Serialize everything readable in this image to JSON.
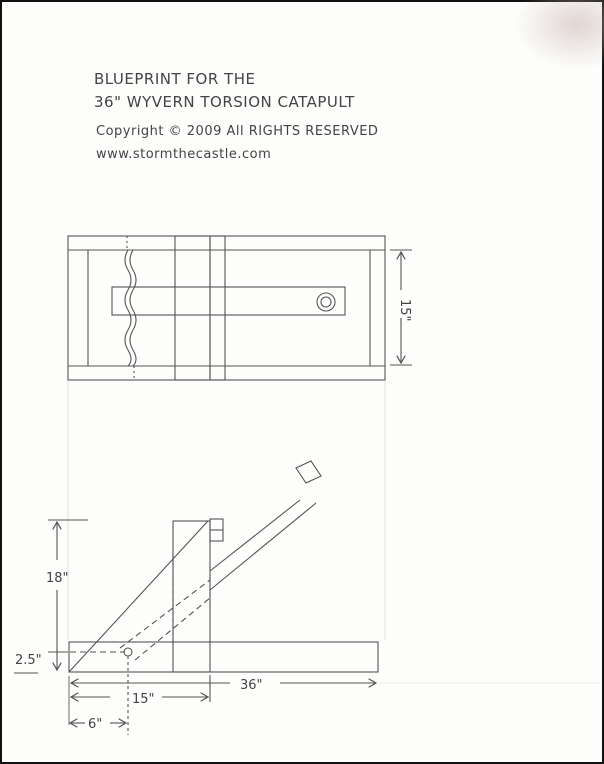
{
  "title": {
    "line1": "BLUEPRINT FOR THE",
    "line2": "36\" WYVERN TORSION CATAPULT",
    "copyright": "Copyright © 2009 All RIGHTS RESERVED",
    "website": "www.stormthecastle.com"
  },
  "top_view": {
    "width_label": "15\""
  },
  "side_view": {
    "height_label": "18\"",
    "base_height_label": "2.5\"",
    "length_label": "36\"",
    "upright_position_label": "15\"",
    "pivot_position_label": "6\""
  },
  "colors": {
    "pencil": "#555555",
    "border": "#111111"
  }
}
